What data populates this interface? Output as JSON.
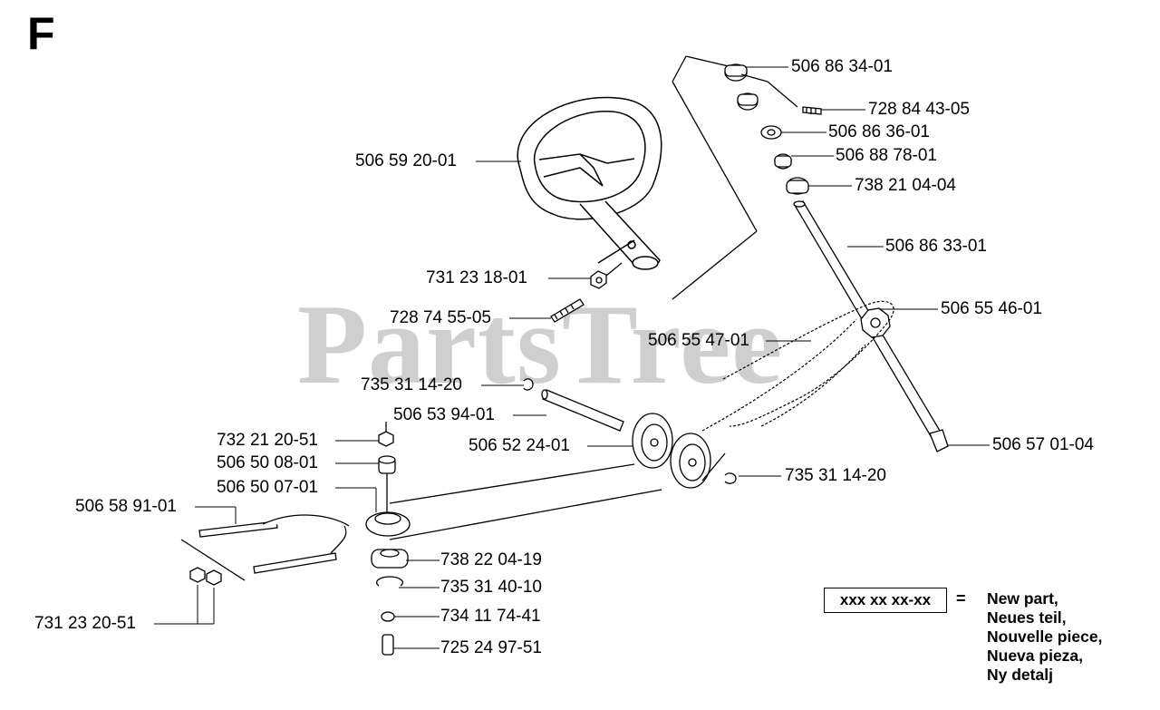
{
  "section_letter": "F",
  "watermark": "PartsTree",
  "parts": [
    {
      "id": "p1",
      "number": "506 86 34-01"
    },
    {
      "id": "p2",
      "number": "728 84 43-05"
    },
    {
      "id": "p3",
      "number": "506 86 36-01"
    },
    {
      "id": "p4",
      "number": "506 88 78-01"
    },
    {
      "id": "p5",
      "number": "738 21 04-04"
    },
    {
      "id": "p6",
      "number": "506 59 20-01"
    },
    {
      "id": "p7",
      "number": "506 86 33-01"
    },
    {
      "id": "p8",
      "number": "731 23 18-01"
    },
    {
      "id": "p9",
      "number": "506 55 46-01"
    },
    {
      "id": "p10",
      "number": "728 74 55-05"
    },
    {
      "id": "p11",
      "number": "506 55 47-01"
    },
    {
      "id": "p12",
      "number": "735 31 14-20"
    },
    {
      "id": "p13",
      "number": "506 53 94-01"
    },
    {
      "id": "p14",
      "number": "732 21 20-51"
    },
    {
      "id": "p15",
      "number": "506 52 24-01"
    },
    {
      "id": "p16",
      "number": "506 57 01-04"
    },
    {
      "id": "p17",
      "number": "506 50 08-01"
    },
    {
      "id": "p18",
      "number": "735 31 14-20"
    },
    {
      "id": "p19",
      "number": "506 50 07-01"
    },
    {
      "id": "p20",
      "number": "506 58 91-01"
    },
    {
      "id": "p21",
      "number": "738 22 04-19"
    },
    {
      "id": "p22",
      "number": "735 31 40-10"
    },
    {
      "id": "p23",
      "number": "731 23 20-51"
    },
    {
      "id": "p24",
      "number": "734 11 74-41"
    },
    {
      "id": "p25",
      "number": "725 24 97-51"
    }
  ],
  "legend": {
    "placeholder": "xxx xx xx-xx",
    "equals": "=",
    "lines": [
      "New part,",
      "Neues teil,",
      "Nouvelle piece,",
      "Nueva pieza,",
      "Ny detalj"
    ]
  }
}
